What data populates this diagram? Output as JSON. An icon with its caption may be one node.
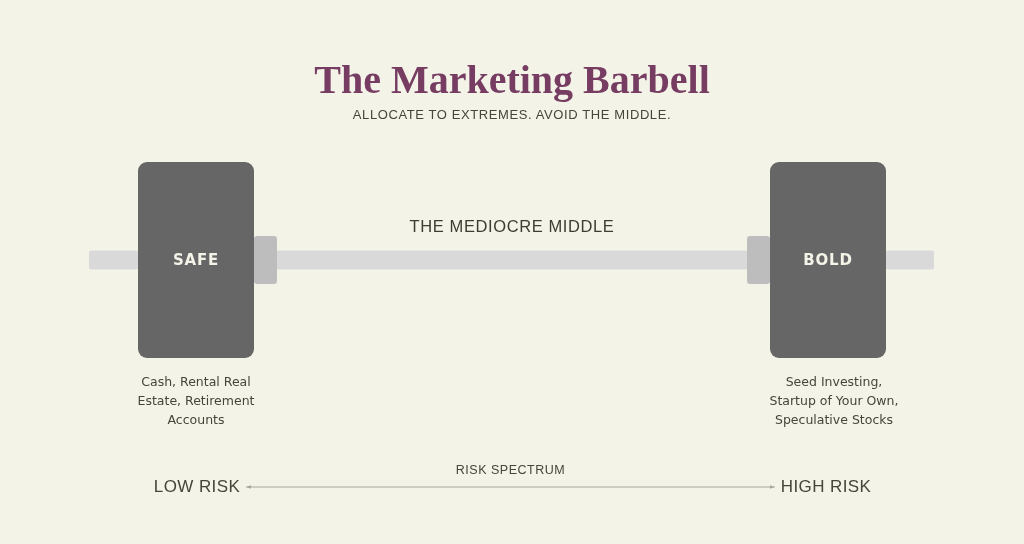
{
  "diagram": {
    "title": "The Marketing Barbell",
    "nodes": [
      {
        "text": [
          "SAFE"
        ],
        "beside": [
          "Cash, Rental Real Estate, Retirement Accounts"
        ]
      },
      {
        "text": [
          "BOLD"
        ],
        "beside": [
          "Seed Investing, Startup of Your Own, Speculative Stocks"
        ]
      },
      {
        "text": [
          "LOW RISK"
        ]
      },
      {
        "text": [
          "HIGH RISK"
        ]
      }
    ],
    "edges": [
      {
        "from": 0,
        "to": 1,
        "arrow": "other",
        "label": "THE MEDIOCRE MIDDLE",
        "style": "thick",
        "color": "#d9d9d9"
      },
      {
        "from": 2,
        "to": 3,
        "arrow": "both",
        "label": "RISK SPECTRUM"
      }
    ],
    "labels": [
      "ALLOCATE TO EXTREMES. AVOID THE MIDDLE."
    ]
  }
}
